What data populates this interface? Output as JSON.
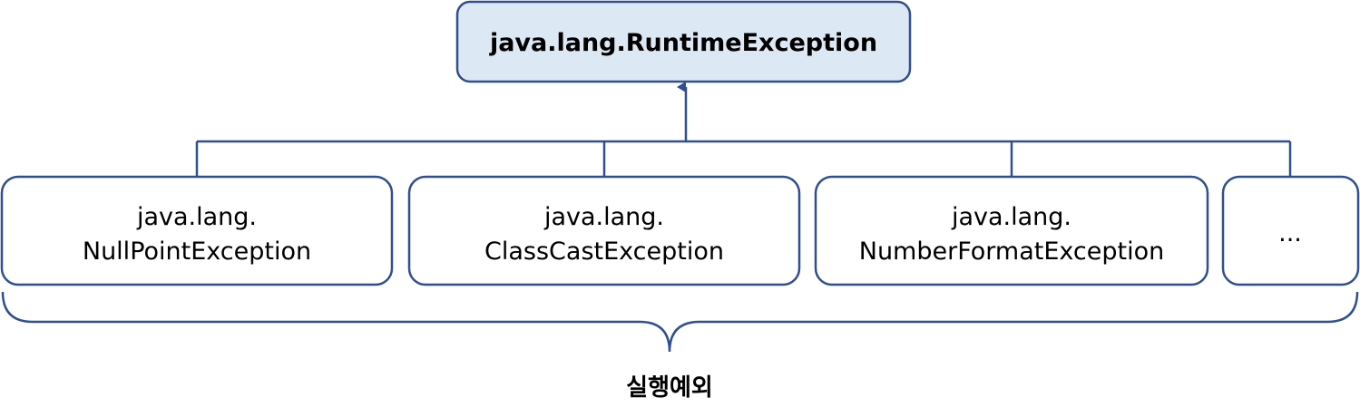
{
  "root": {
    "label": "java.lang.RuntimeException"
  },
  "children": [
    {
      "lines": [
        "java.lang.",
        "NullPointException"
      ]
    },
    {
      "lines": [
        "java.lang.",
        "ClassCastException"
      ]
    },
    {
      "lines": [
        "java.lang.",
        "NumberFormatException"
      ]
    },
    {
      "lines": [
        "..."
      ]
    }
  ],
  "caption": "실행예외",
  "colors": {
    "stroke": "#2f4f8f",
    "root_fill": "#dde8f5",
    "child_fill": "#ffffff",
    "text": "#000000"
  }
}
